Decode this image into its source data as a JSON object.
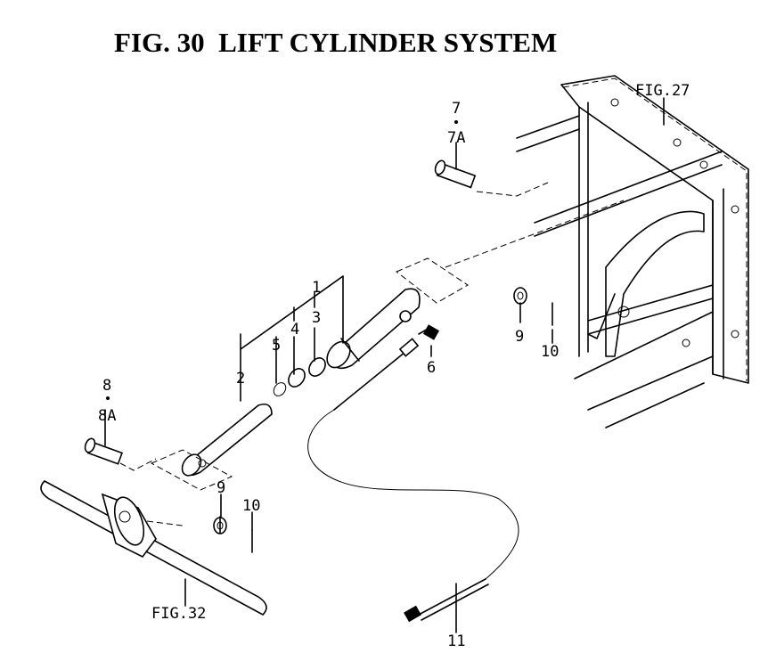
{
  "title": "FIG. 30  LIFT CYLINDER SYSTEM",
  "references": {
    "fig27": "FIG.27",
    "fig32": "FIG.32"
  },
  "callouts": {
    "c1": "1",
    "c2": "2",
    "c3": "3",
    "c4": "4",
    "c5": "5",
    "c6": "6",
    "c7": "7",
    "c7a": "7A",
    "c8": "8",
    "c8a": "8A",
    "c9a": "9",
    "c10a": "10",
    "c9b": "9",
    "c10b": "10",
    "c11": "11"
  }
}
